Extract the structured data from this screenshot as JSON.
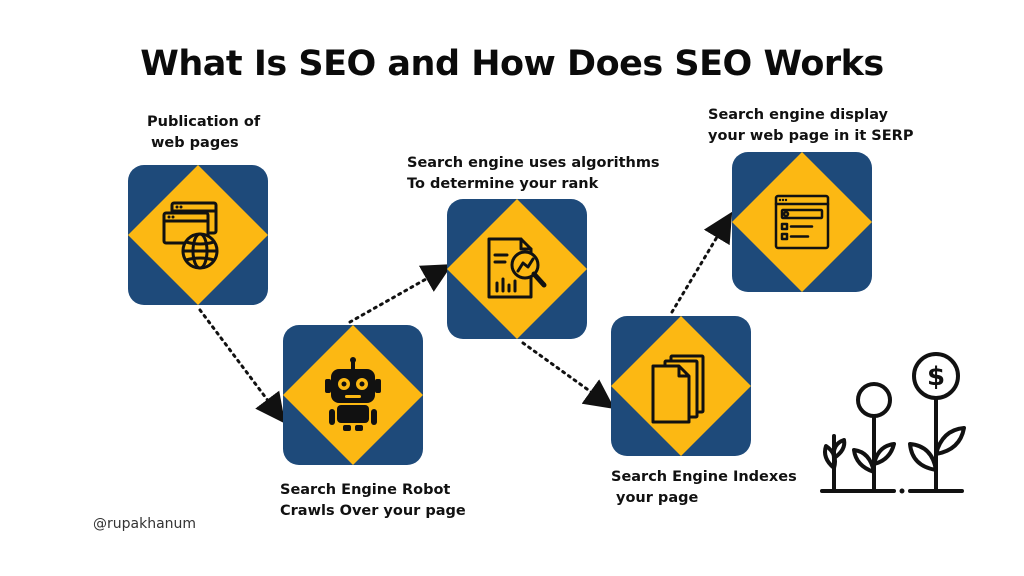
{
  "title": "What Is SEO and How Does SEO Works",
  "steps": [
    {
      "line1": "Publication of",
      "line2": "web pages",
      "icon": "browser-globe-icon"
    },
    {
      "line1": "Search Engine Robot",
      "line2": "Crawls Over your page",
      "icon": "robot-icon"
    },
    {
      "line1": "Search engine uses algorithms",
      "line2": "To determine your rank",
      "icon": "analytics-magnifier-icon"
    },
    {
      "line1": "Search Engine Indexes",
      "line2": "your page",
      "icon": "documents-stack-icon"
    },
    {
      "line1": "Search engine display",
      "line2": "your web page in it SERP",
      "icon": "search-results-page-icon"
    }
  ],
  "credit": "@rupakhanum",
  "colors": {
    "card_blue": "#1e4a7a",
    "diamond_yellow": "#fcb813",
    "icon_dark": "#111111"
  },
  "decoration": "money-plant-growth-icon"
}
